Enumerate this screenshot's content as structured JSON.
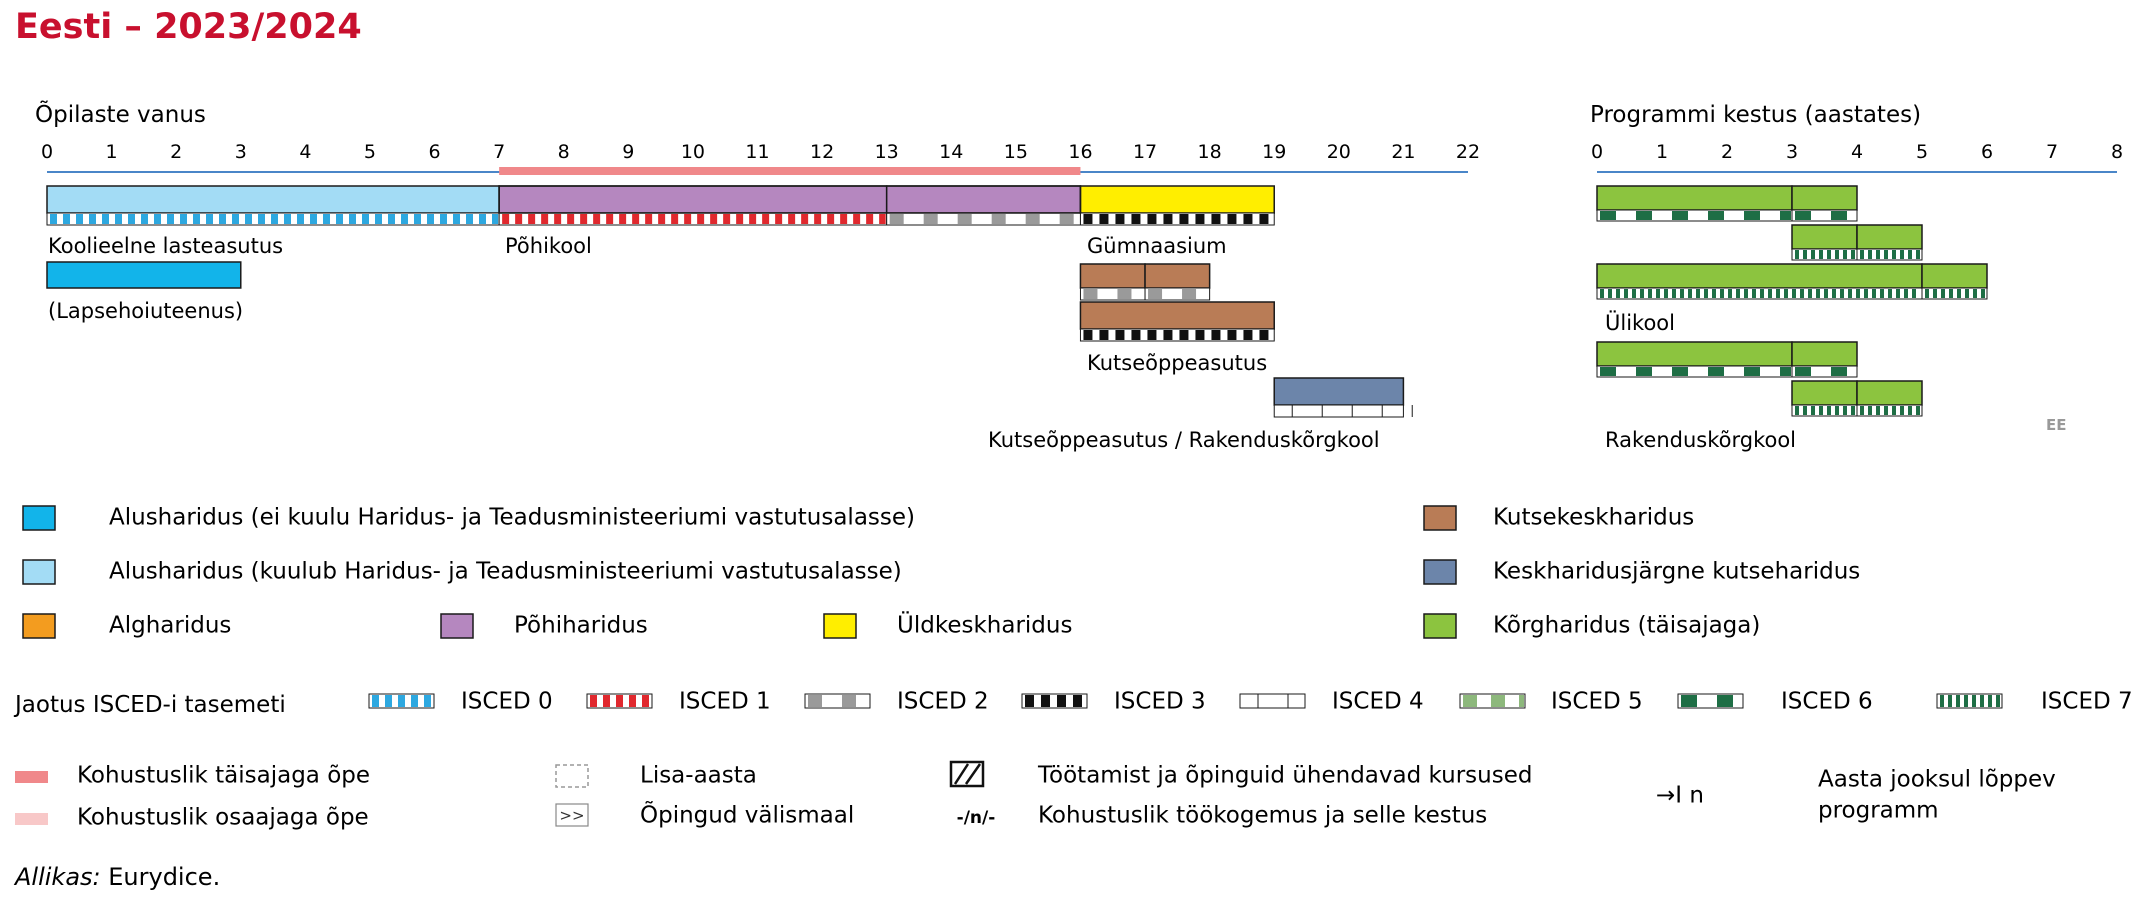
{
  "title": "Eesti – 2023/2024",
  "colors": {
    "title": "#c8102e",
    "axis": "#4a86c8",
    "compulsory_full": "#f0888a",
    "compulsory_part": "#f8c8c8",
    "preschool_light": "#a3dcf5",
    "childcare": "#12b4ea",
    "primary": "#f39c1f",
    "basic": "#b587bf",
    "general_secondary": "#ffee00",
    "vocational": "#b97c56",
    "post_secondary": "#6c85aa",
    "tertiary": "#8cc43f",
    "border": "#1a1a1a",
    "isced0": "#2da8e0",
    "isced1": "#e0282e",
    "isced2": "#9a9a9a",
    "isced3": "#111111",
    "isced4": "#ffffff",
    "isced5": "#8db87c",
    "isced6": "#1e6e45",
    "isced7": "#1e6e45"
  },
  "age_axis": {
    "label": "Õpilaste vanus",
    "ticks": [
      "0",
      "1",
      "2",
      "3",
      "4",
      "5",
      "6",
      "7",
      "8",
      "9",
      "10",
      "11",
      "12",
      "13",
      "14",
      "15",
      "16",
      "17",
      "18",
      "19",
      "20",
      "21",
      "22"
    ]
  },
  "duration_axis": {
    "label": "Programmi kestus (aastates)",
    "ticks": [
      "0",
      "1",
      "2",
      "3",
      "4",
      "5",
      "6",
      "7",
      "8"
    ]
  },
  "compulsory": {
    "from_age": 7,
    "to_age": 16
  },
  "bars": [
    {
      "name": "Koolieelne lasteasutus",
      "from": 0,
      "to": 7,
      "row": 0,
      "color": "preschool_light",
      "isced": "isced0"
    },
    {
      "name": "Põhikool",
      "from": 7,
      "to": 13,
      "row": 0,
      "color": "basic",
      "isced": "isced1"
    },
    {
      "name": "Põhikool ISCED 2",
      "from": 13,
      "to": 16,
      "row": 0,
      "color": "basic",
      "isced": "isced2"
    },
    {
      "name": "Gümnaasium",
      "from": 16,
      "to": 19,
      "row": 0,
      "color": "general_secondary",
      "isced": "isced3"
    },
    {
      "name": "(Lapsehoiuteenus)",
      "from": 0,
      "to": 3,
      "row": 1,
      "color": "childcare",
      "isced": ""
    },
    {
      "name": "Kutseõppeasutus a",
      "from": 16,
      "to": 17,
      "row": 2,
      "color": "vocational",
      "isced": "isced2"
    },
    {
      "name": "Kutseõppeasutus b",
      "from": 17,
      "to": 18,
      "row": 2,
      "color": "vocational",
      "isced": "isced2"
    },
    {
      "name": "Kutseõppeasutus c",
      "from": 16,
      "to": 19,
      "row": 3,
      "color": "vocational",
      "isced": "isced3"
    },
    {
      "name": "Kutseõppeasutus / Rakenduskõrgkool",
      "from": 19,
      "to": 21,
      "row": 4,
      "color": "post_secondary",
      "isced": "isced4"
    }
  ],
  "institution_labels": {
    "preschool": "Koolieelne lasteasutus",
    "childcare": "(Lapsehoiuteenus)",
    "basic_school": "Põhikool",
    "gymnasium": "Gümnaasium",
    "vocational": "Kutseõppeasutus",
    "post_secondary": "Kutseõppeasutus / Rakenduskõrgkool",
    "university": "Ülikool",
    "applied_uni": "Rakenduskõrgkool"
  },
  "programmes": [
    {
      "group": "university",
      "from": 0,
      "to": 3,
      "row": 0,
      "isced": "isced6"
    },
    {
      "group": "university",
      "from": 3,
      "to": 4,
      "row": 0,
      "isced": "isced6"
    },
    {
      "group": "university",
      "from": 3,
      "to": 4,
      "row": 1,
      "isced": "isced7"
    },
    {
      "group": "university",
      "from": 4,
      "to": 5,
      "row": 1,
      "isced": "isced7"
    },
    {
      "group": "university",
      "from": 0,
      "to": 5,
      "row": 2,
      "isced": "isced7"
    },
    {
      "group": "university",
      "from": 5,
      "to": 6,
      "row": 2,
      "isced": "isced7"
    },
    {
      "group": "applied",
      "from": 0,
      "to": 3,
      "row": 0,
      "isced": "isced6"
    },
    {
      "group": "applied",
      "from": 3,
      "to": 4,
      "row": 0,
      "isced": "isced6"
    },
    {
      "group": "applied",
      "from": 3,
      "to": 4,
      "row": 1,
      "isced": "isced7"
    },
    {
      "group": "applied",
      "from": 4,
      "to": 5,
      "row": 1,
      "isced": "isced7"
    }
  ],
  "country_code": "EE",
  "legend_levels": [
    {
      "label": "Alusharidus (ei kuulu Haridus- ja Teadusministeeriumi vastutusalasse)",
      "color": "childcare"
    },
    {
      "label": "Alusharidus (kuulub Haridus- ja Teadusministeeriumi vastutusalasse)",
      "color": "preschool_light"
    },
    {
      "label": "Algharidus",
      "color": "primary"
    },
    {
      "label": "Põhiharidus",
      "color": "basic"
    },
    {
      "label": "Üldkeskharidus",
      "color": "general_secondary"
    },
    {
      "label": "Kutsekeskharidus",
      "color": "vocational"
    },
    {
      "label": "Keskharidusjärgne kutseharidus",
      "color": "post_secondary"
    },
    {
      "label": "Kõrgharidus (täisajaga)",
      "color": "tertiary"
    }
  ],
  "isced_legend": {
    "title": "Jaotus ISCED-i tasemeti",
    "items": [
      "ISCED 0",
      "ISCED 1",
      "ISCED 2",
      "ISCED 3",
      "ISCED 4",
      "ISCED 5",
      "ISCED 6",
      "ISCED 7"
    ]
  },
  "misc_legend": {
    "compulsory_full": "Kohustuslik täisajaga õpe",
    "compulsory_part": "Kohustuslik osaajaga õpe",
    "extra_year": "Lisa-aasta",
    "study_abroad": "Õpingud välismaal",
    "study_abroad_symbol": ">>",
    "combined": "Töötamist ja õpinguid ühendavad kursused",
    "work_experience_symbol": "-/n/-",
    "work_experience": "Kohustuslik töökogemus ja selle kestus",
    "ending_symbol": "→I n",
    "ending_line1": "Aasta jooksul lõppev",
    "ending_line2": "programm"
  },
  "source": {
    "label": "Allikas:",
    "text": " Eurydice."
  }
}
